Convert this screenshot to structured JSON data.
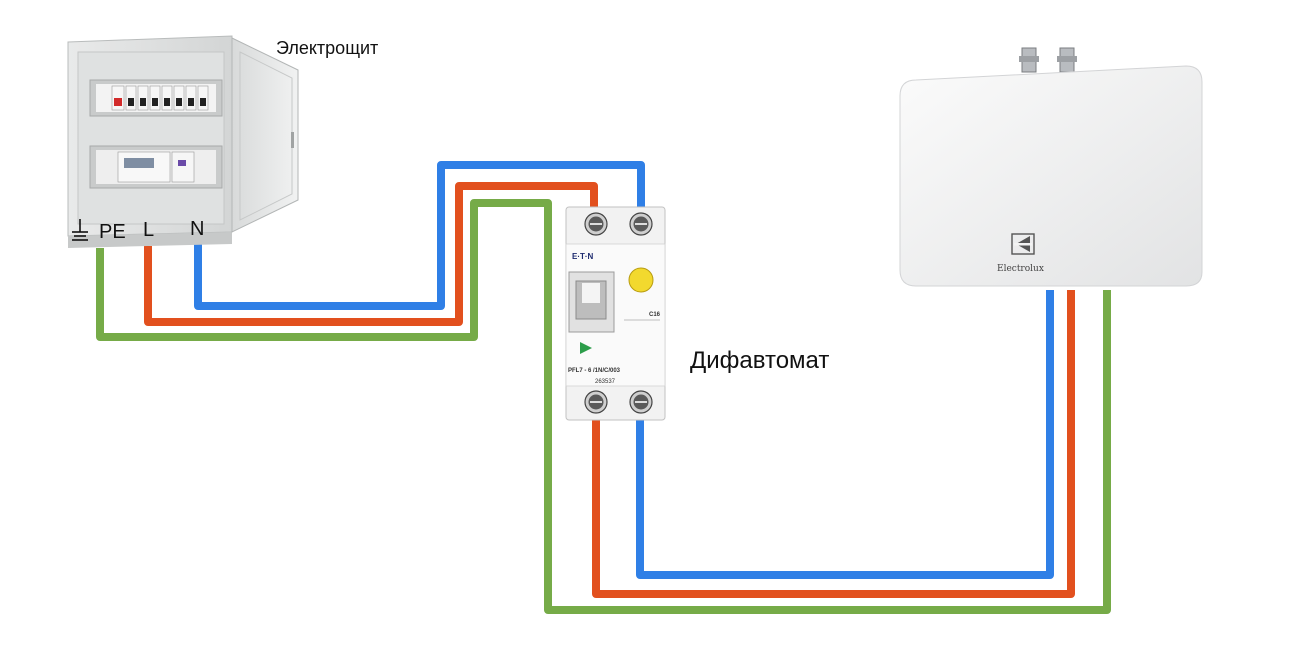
{
  "labels": {
    "panel": "Электрощит",
    "breaker": "Дифавтомат",
    "terminal_pe": "PE",
    "terminal_l": "L",
    "terminal_n": "N"
  },
  "breaker_markings": {
    "brand": "E·T·N",
    "rating": "C16",
    "model": "PFL7 - 6 /1N/C/003",
    "serial": "263537"
  },
  "heater": {
    "brand": "Electrolux"
  },
  "wire_colors": {
    "neutral": "#2f7fe6",
    "phase": "#e2501e",
    "earth": "#76ab48"
  }
}
